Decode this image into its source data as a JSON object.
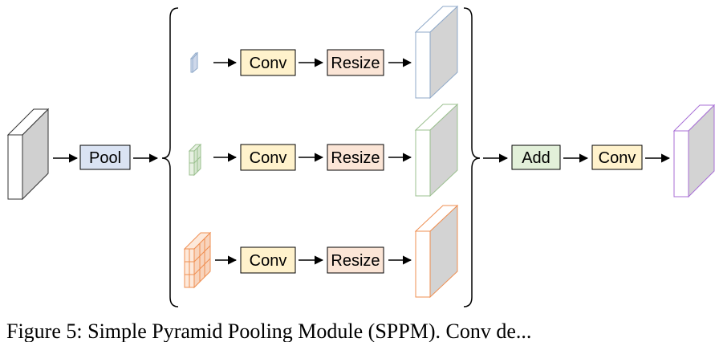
{
  "diagram": {
    "pool_label": "Pool",
    "branches": [
      {
        "conv_label": "Conv",
        "resize_label": "Resize",
        "color": "#8fa9c9",
        "grid": 1
      },
      {
        "conv_label": "Conv",
        "resize_label": "Resize",
        "color": "#9bc08f",
        "grid": 2
      },
      {
        "conv_label": "Conv",
        "resize_label": "Resize",
        "color": "#ef8f52",
        "grid": 3
      }
    ],
    "add_label": "Add",
    "final_conv_label": "Conv",
    "colors": {
      "pool_fill": "#dae3f3",
      "conv_fill": "#fff2cc",
      "resize_fill": "#fbe5d6",
      "add_fill": "#e2f0d9",
      "output_edge": "#a86fd6",
      "input_edge": "#333333",
      "cube_side": "#d0d0d0"
    }
  },
  "caption": {
    "text": "Figure 5: Simple Pyramid Pooling Module (SPPM). Conv de..."
  }
}
